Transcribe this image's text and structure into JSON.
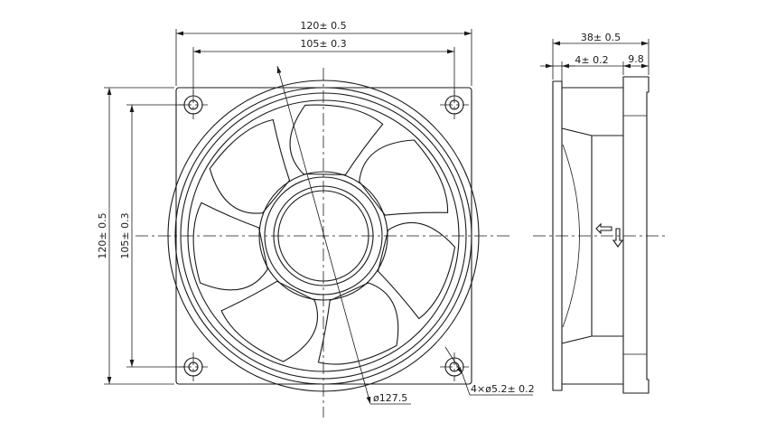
{
  "front_view": {
    "dim_width_outer": "120± 0.5",
    "dim_width_holes": "105± 0.3",
    "dim_height_outer": "120± 0.5",
    "dim_height_holes": "105± 0.3",
    "dim_diameter": "ø127.5",
    "dim_holes": "4×ø5.2± 0.2"
  },
  "side_view": {
    "dim_depth": "38± 0.5",
    "dim_flange": "4± 0.2",
    "dim_rim": "9.8"
  }
}
